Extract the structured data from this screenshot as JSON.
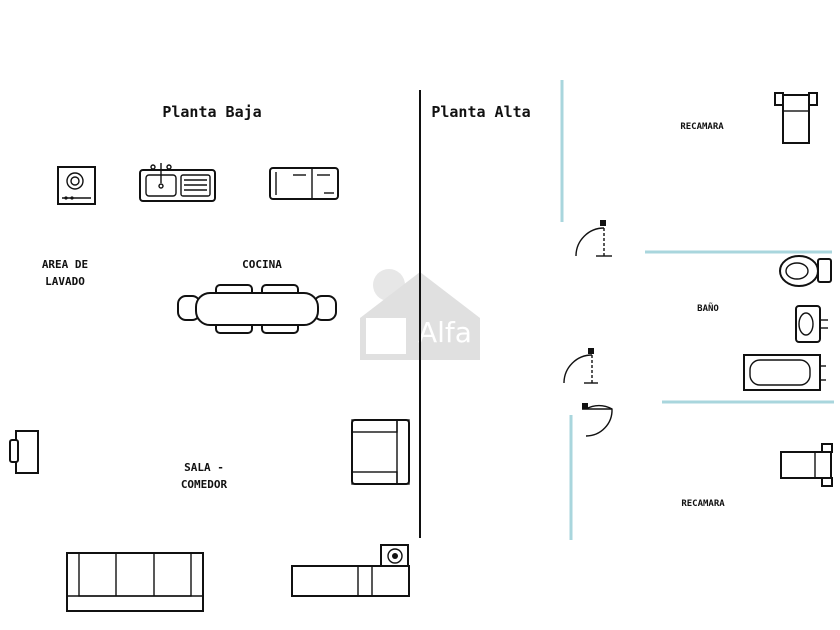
{
  "floors": {
    "ground": "Planta Baja",
    "upper": "Planta Alta"
  },
  "rooms": {
    "laundry_line1": "AREA DE",
    "laundry_line2": "LAVADO",
    "kitchen": "COCINA",
    "living_line1": "SALA -",
    "living_line2": "COMEDOR",
    "bedroom_1": "RECAMARA",
    "bathroom": "BAÑO",
    "bedroom_2": "RECAMARA"
  },
  "watermark": {
    "text": "Alfa"
  },
  "colors": {
    "line": "#111111",
    "partition_wall": "#a9d6dd",
    "watermark": "#c9c9c9"
  }
}
